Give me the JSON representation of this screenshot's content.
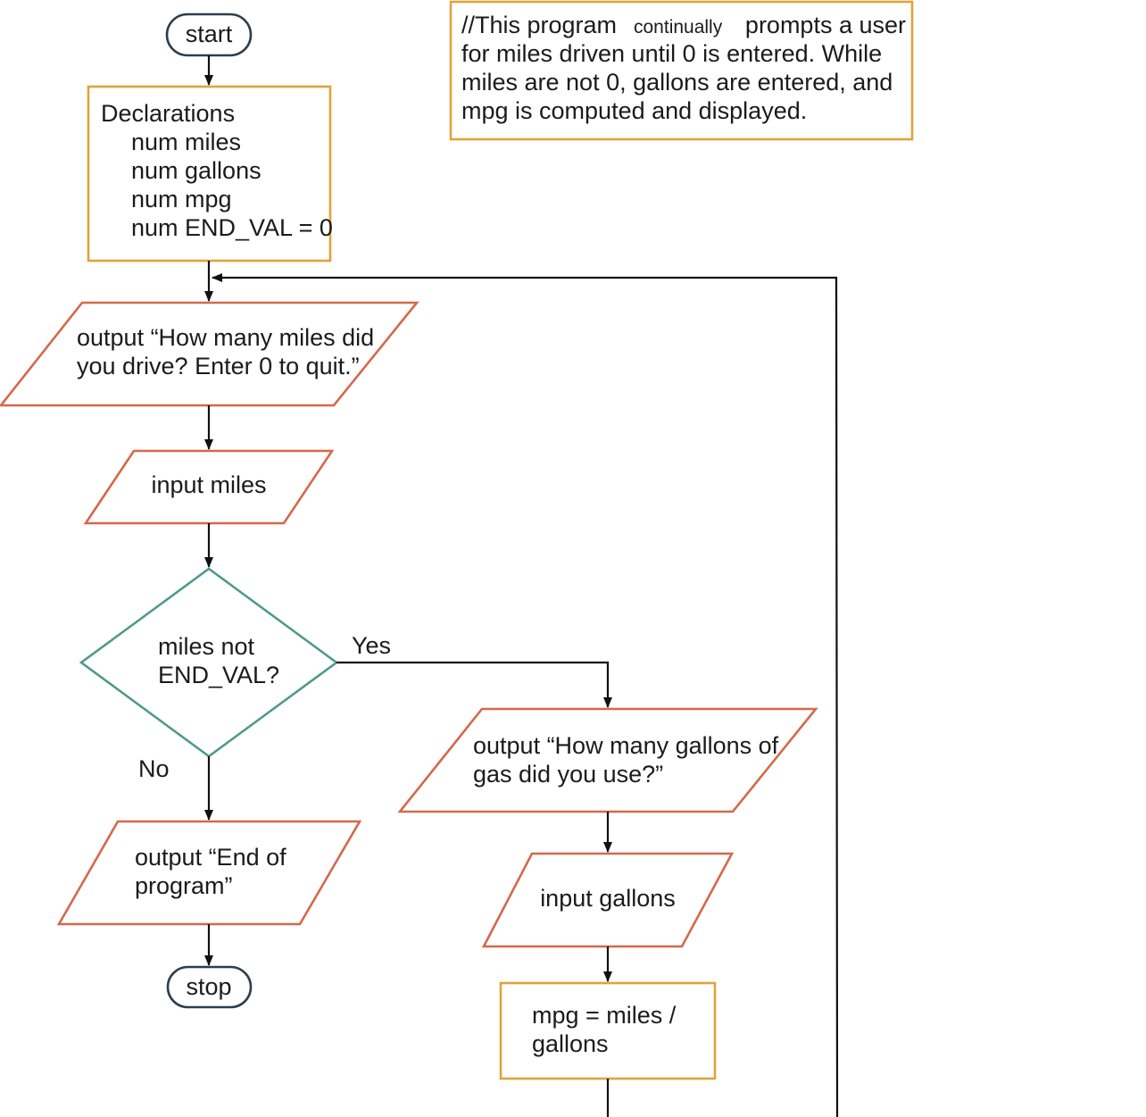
{
  "flowchart": {
    "start": "start",
    "comment": {
      "line1_a": "//This program",
      "line1_b": "continually",
      "line1_c": "prompts a user",
      "line2": "for miles driven until 0 is entered. While",
      "line3": "miles are not 0, gallons are entered, and",
      "line4": "mpg is computed and displayed."
    },
    "declarations": {
      "title": "Declarations",
      "items": [
        "num miles",
        "num gallons",
        "num mpg",
        "num END_VAL = 0"
      ]
    },
    "prompt_miles": [
      "output “How many miles did",
      "you drive? Enter 0 to quit.”"
    ],
    "input_miles": "input miles",
    "decision": [
      "miles not",
      "END_VAL?"
    ],
    "yes_label": "Yes",
    "no_label": "No",
    "prompt_gallons": [
      "output “How many gallons of",
      "gas did you use?”"
    ],
    "input_gallons": "input gallons",
    "compute": [
      "mpg = miles /",
      "gallons"
    ],
    "end_output": [
      "output “End of",
      "program”"
    ],
    "stop": "stop"
  }
}
